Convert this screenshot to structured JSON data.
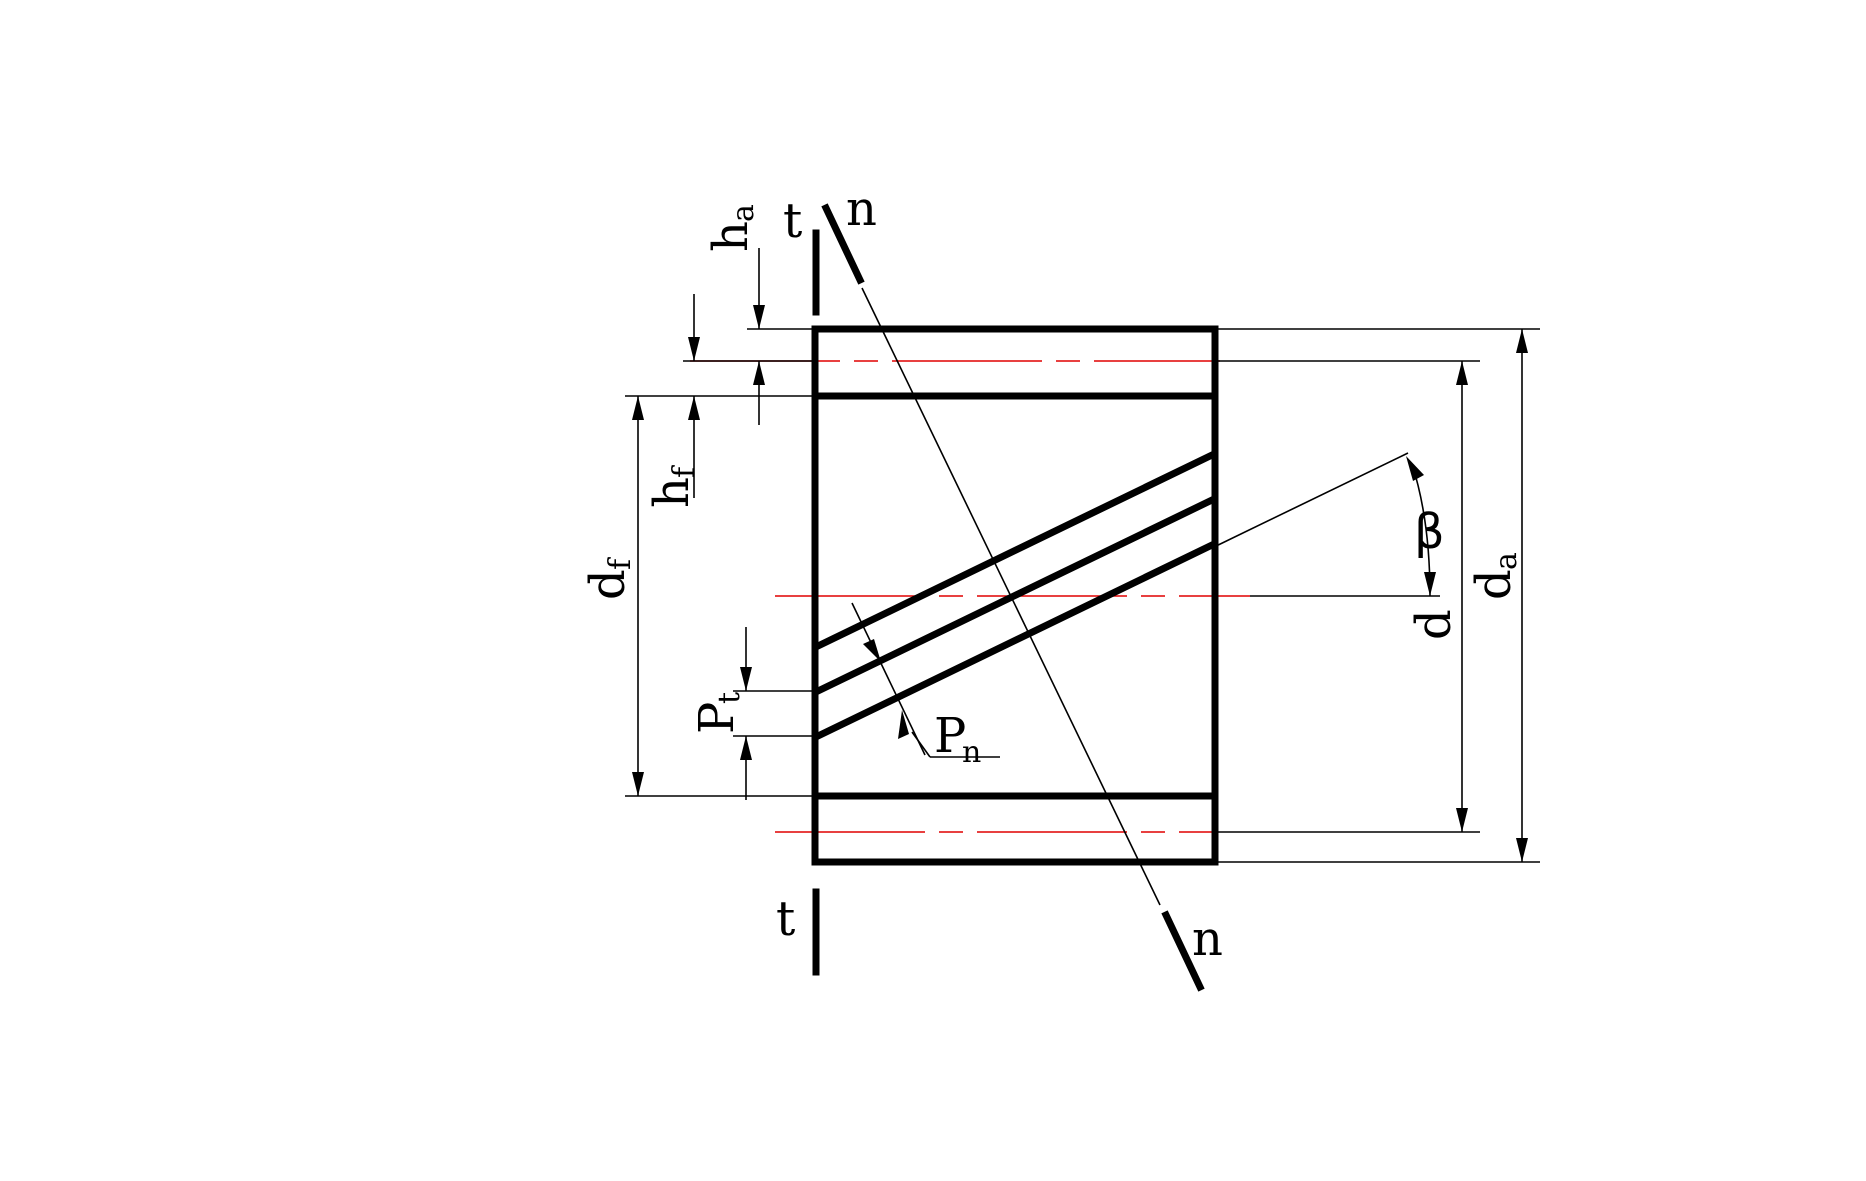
{
  "labels": {
    "t_top": "t",
    "t_bottom": "t",
    "n_top": "n",
    "n_bottom": "n",
    "ha_main": "h",
    "ha_sub": "a",
    "hf_main": "h",
    "hf_sub": "f",
    "df_main": "d",
    "df_sub": "f",
    "pt_main": "P",
    "pt_sub": "t",
    "pn_main": "P",
    "pn_sub": "n",
    "beta": "β",
    "d": "d",
    "da_main": "d",
    "da_sub": "a"
  },
  "colors": {
    "lines": "#000000",
    "center_lines": "#e00000",
    "background": "#ffffff"
  }
}
